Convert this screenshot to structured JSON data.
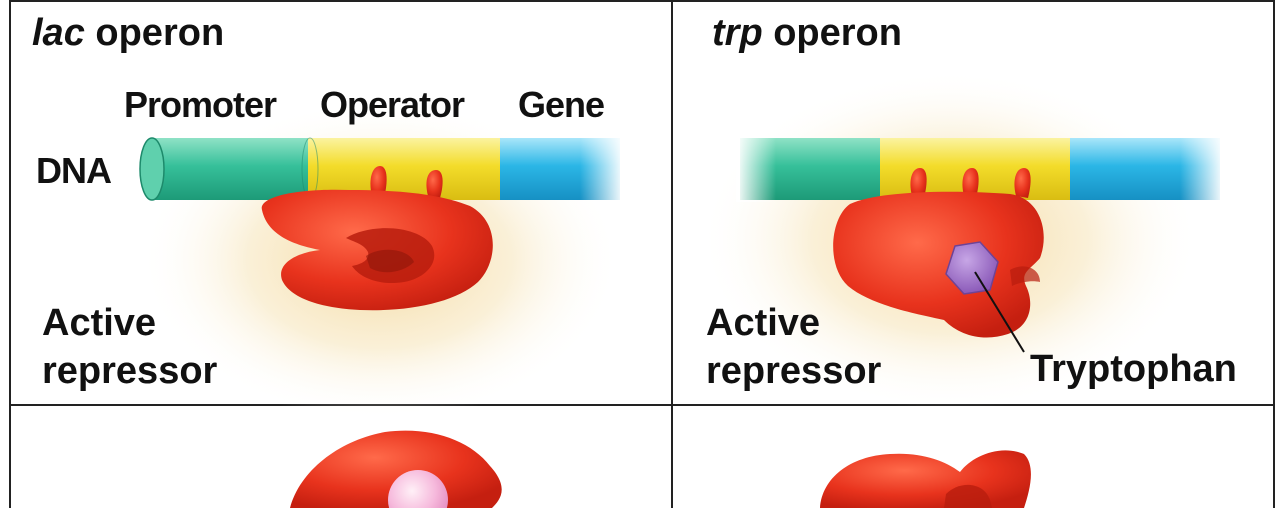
{
  "lac_panel": {
    "title_italic": "lac",
    "title_rest": " operon",
    "dna_label": "DNA",
    "segments": {
      "promoter": "Promoter",
      "operator": "Operator",
      "gene": "Gene"
    },
    "repressor_label_line1": "Active",
    "repressor_label_line2": "repressor"
  },
  "trp_panel": {
    "title_italic": "trp",
    "title_rest": " operon",
    "repressor_label_line1": "Active",
    "repressor_label_line2": "repressor",
    "corepressor_label": "Tryptophan"
  },
  "colors": {
    "promoter": "#2fb88f",
    "operator": "#f3dc2a",
    "gene": "#2bb6e6",
    "repressor": "#e8331d",
    "tryptophan": "#9a6cc4",
    "inducer": "#f6b9dc",
    "glow": "#f4d79a",
    "border": "#222222"
  }
}
